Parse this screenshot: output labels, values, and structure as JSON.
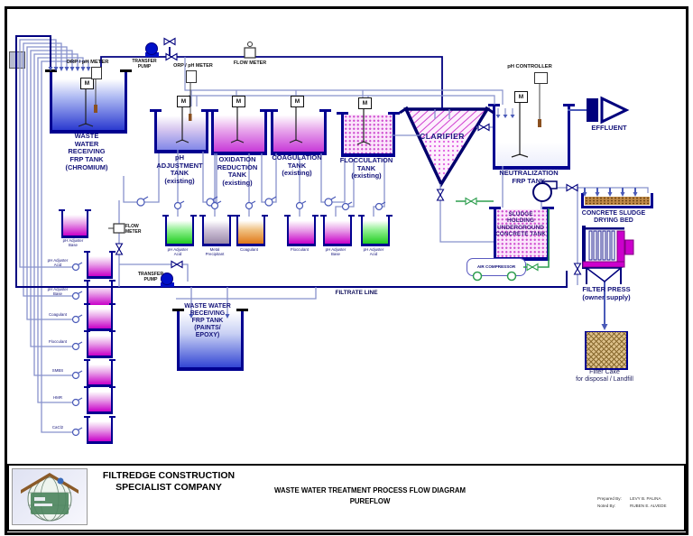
{
  "labels": {
    "tank_chromium": "WASTE\nWATER\nRECEIVING\nFRP TANK\n(CHROMIUM)",
    "tank_ph_adjustment": "pH\nADJUSTMENT\nTANK\n(existing)",
    "tank_oxidation": "OXIDATION\nREDUCTION\nTANK\n(existing)",
    "tank_coagulation": "COAGULATION\nTANK\n(existing)",
    "tank_flocculation": "FLOCCULATION\nTANK\n(existing)",
    "clarifier": "CLARIFIER",
    "tank_neutralization": "NEUTRALIZATION\nFRP TANK",
    "tank_paints": "WASTE WATER\nRECEIVING\nFRP TANK\n(PAINTS/\nEPOXY)",
    "tank_sludge_holding": "SLUDGE\nHOLDING\nUNDERGROUND\nCONCRETE TANK",
    "drying_bed": "CONCRETE SLUDGE\nDRYING BED",
    "filter_press": "FILTER PRESS\n(owner supply)",
    "filter_cake": "Filter Cake\nfor disposal / Landfill",
    "effluent": "EFFLUENT",
    "filtrate_line": "FILTRATE LINE",
    "orp_ph_meter": "ORP / pH METER",
    "ph_controller": "pH CONTROLLER",
    "transfer_pump": "TRANSFER\nPUMP",
    "flow_meter_top": "FLOW METER",
    "flow_meter_left": "FLOW\nMETER",
    "air_compressor": "AIR COMPRESSOR",
    "motor": "M"
  },
  "chemicals_left": [
    "pH Adjuster\nBase",
    "pH Adjuster\nAcid",
    "pH Adjuster\nBase",
    "Coagulant",
    "Flocculant",
    "SMBS",
    "HMR",
    "CaCl2"
  ],
  "chemicals_row": [
    "pH Adjuster\nAcid",
    "Metal\nPrecipitant",
    "Coagulant",
    "Flocculant",
    "pH Adjuster\nBase",
    "pH Adjuster\nAcid"
  ],
  "title_block": {
    "company": "FILTREDGE CONSTRUCTION\nSPECIALIST COMPANY",
    "drawing_title": "WASTE WATER TREATMENT PROCESS FLOW DIAGRAM\nPUREFLOW",
    "prepared_by_label": "Prepared By:",
    "prepared_by_value": "LEVY B. PALINA",
    "noted_by_label": "Noted By:",
    "noted_by_value": "RUBEN E. ALVEDE"
  },
  "colors": {
    "pipe": "#8892cc",
    "pipe_dark": "#000080",
    "tank_outline": "#000090",
    "magenta": "#cc00cc",
    "green_pipe": "#2e9e4f",
    "sludge_brown": "#c08a48",
    "effluent_navy": "#00007d"
  }
}
